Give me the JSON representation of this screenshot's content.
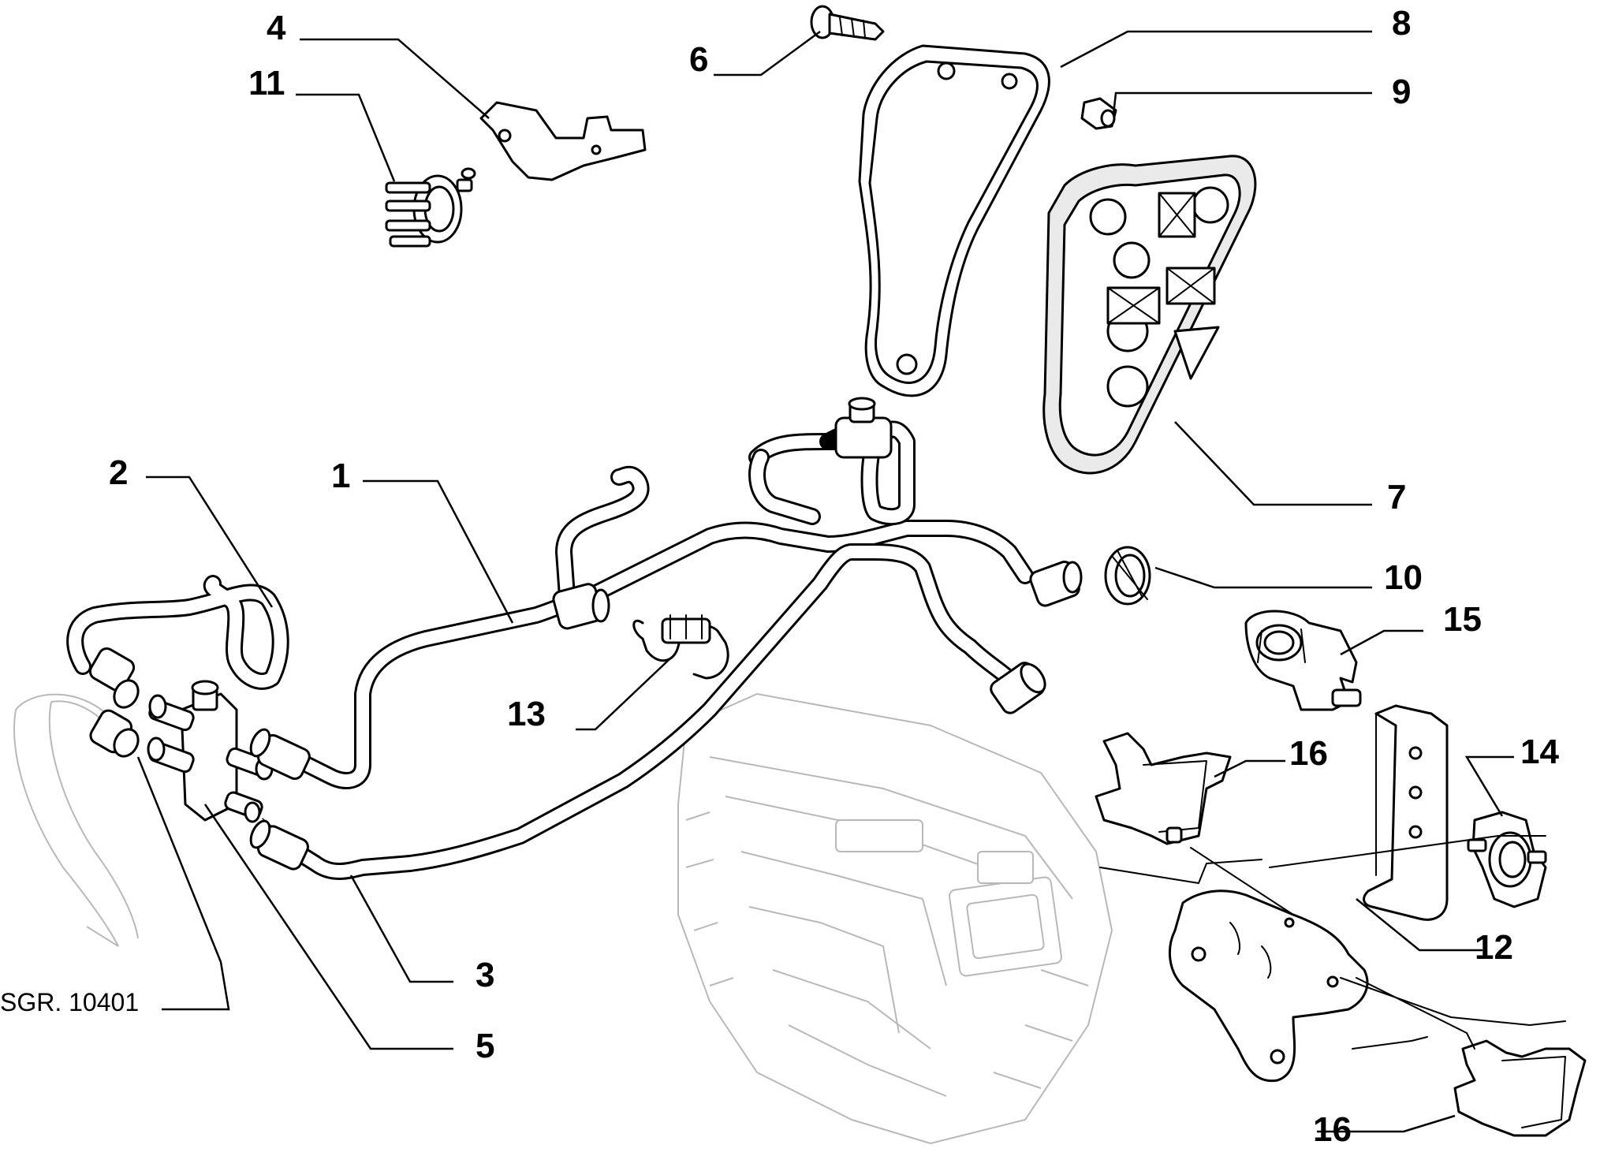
{
  "diagram": {
    "callouts": {
      "c1": "1",
      "c2": "2",
      "c3": "3",
      "c4": "4",
      "c5": "5",
      "c6": "6",
      "c7": "7",
      "c8": "8",
      "c9": "9",
      "c10": "10",
      "c11": "11",
      "c12": "12",
      "c13": "13",
      "c14": "14",
      "c15": "15",
      "c16a": "16",
      "c16b": "16"
    },
    "reference": "SGR. 10401"
  }
}
